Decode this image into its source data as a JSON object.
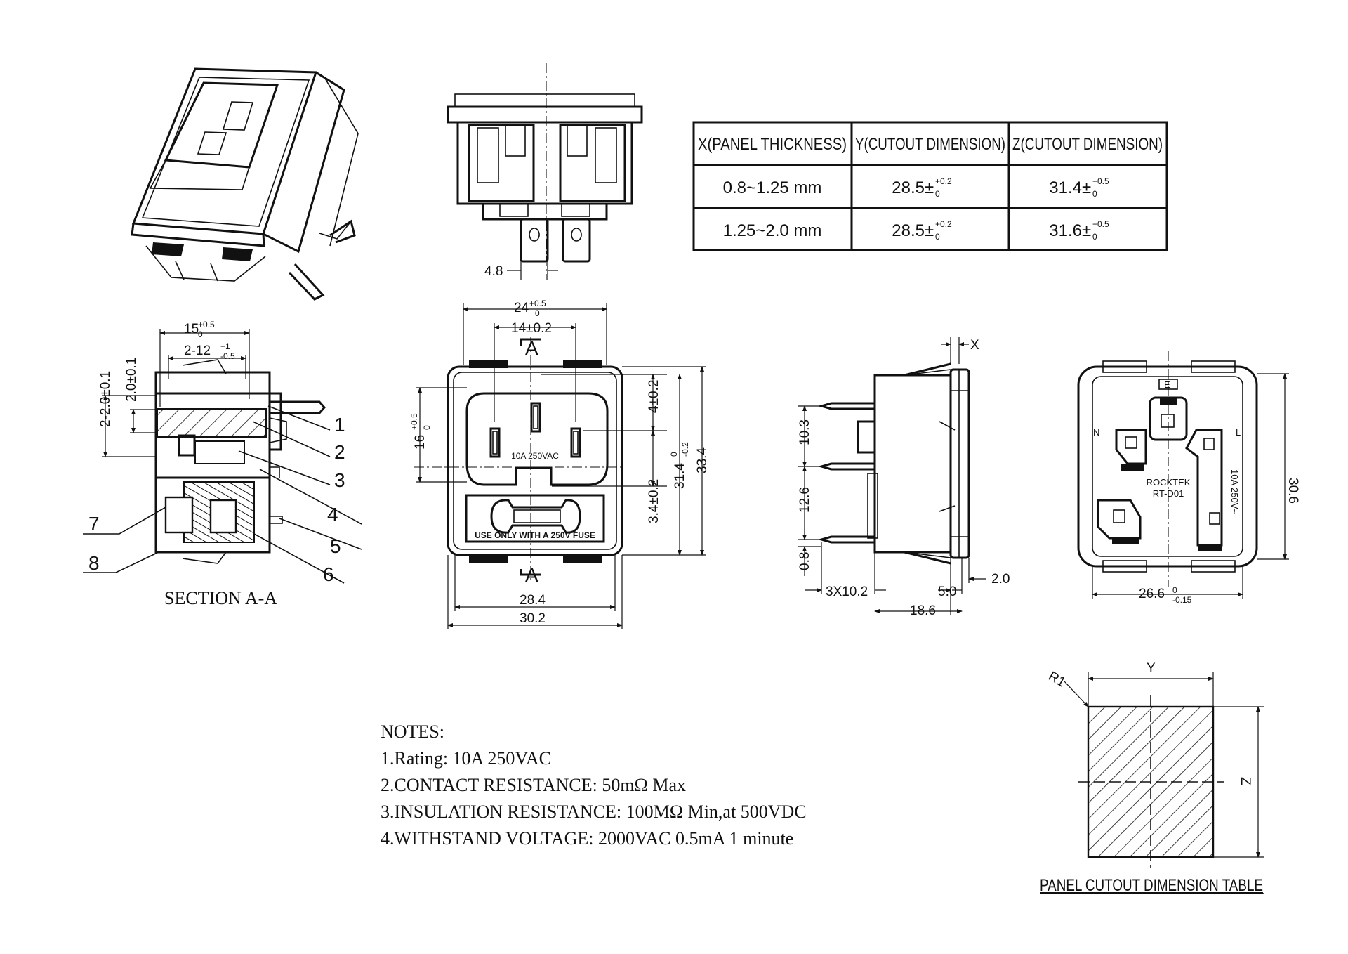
{
  "table": {
    "headers": [
      "X(PANEL THICKNESS)",
      "Y(CUTOUT DIMENSION)",
      "Z(CUTOUT DIMENSION)"
    ],
    "rows": [
      {
        "x": "0.8~1.25 mm",
        "y": "28.5",
        "y_tol_upper": "+0.2",
        "y_tol_lower": "0",
        "z": "31.4",
        "z_tol_upper": "+0.5",
        "z_tol_lower": "0"
      },
      {
        "x": "1.25~2.0 mm",
        "y": "28.5",
        "y_tol_upper": "+0.2",
        "y_tol_lower": "0",
        "z": "31.6",
        "z_tol_upper": "+0.5",
        "z_tol_lower": "0"
      }
    ]
  },
  "top_view": {
    "pin_width": "4.8"
  },
  "section": {
    "title": "SECTION A-A",
    "dim_15": "15",
    "dim_15_up": "+0.5",
    "dim_15_lo": "0",
    "dim_2_12": "2-12",
    "dim_2_12_up": "+1",
    "dim_2_12_lo": "-0.5",
    "dim_2_2": "2-2.0±0.1",
    "dim_2": "2.0±0.1",
    "callouts": [
      "1",
      "2",
      "3",
      "4",
      "5",
      "6",
      "7",
      "8"
    ]
  },
  "front": {
    "dim_24": "24",
    "dim_24_up": "+0.5",
    "dim_24_lo": "0",
    "dim_14": "14±0.2",
    "dim_16": "16",
    "dim_16_up": "+0.5",
    "dim_16_lo": "0",
    "dim_4": "4±0.2",
    "dim_3_4": "3.4±0.2",
    "dim_31_4": "31.4",
    "dim_31_4_up": "0",
    "dim_31_4_lo": "-0.2",
    "dim_33_4": "33.4",
    "dim_28_4": "28.4",
    "dim_30_2": "30.2",
    "section_mark": "A",
    "rating": "10A  250VAC",
    "fuse_text": "USE ONLY WITH A 250V FUSE"
  },
  "side": {
    "dim_x": "X",
    "dim_10_3": "10.3",
    "dim_12_6": "12.6",
    "dim_0_8": "0.8",
    "dim_3x10_2": "3X10.2",
    "dim_5_0": "5.0",
    "dim_2_0": "2.0",
    "dim_18_6": "18.6"
  },
  "back": {
    "label_n": "N",
    "label_l": "L",
    "label_e": "E",
    "brand": "ROCKTEK",
    "model": "RT-D01",
    "rating": "10A  250V~",
    "dim_30_6": "30.6",
    "dim_26_6": "26.6",
    "dim_26_6_up": "0",
    "dim_26_6_lo": "-0.15"
  },
  "cutout": {
    "label_y": "Y",
    "label_z": "Z",
    "radius": "R1",
    "caption": "PANEL CUTOUT DIMENSION TABLE"
  },
  "notes": {
    "title": "NOTES:",
    "items": [
      "1.Rating: 10A 250VAC",
      "2.CONTACT RESISTANCE: 50mΩ  Max",
      "3.INSULATION RESISTANCE: 100MΩ  Min,at 500VDC",
      "4.WITHSTAND VOLTAGE: 2000VAC 0.5mA 1 minute"
    ]
  }
}
